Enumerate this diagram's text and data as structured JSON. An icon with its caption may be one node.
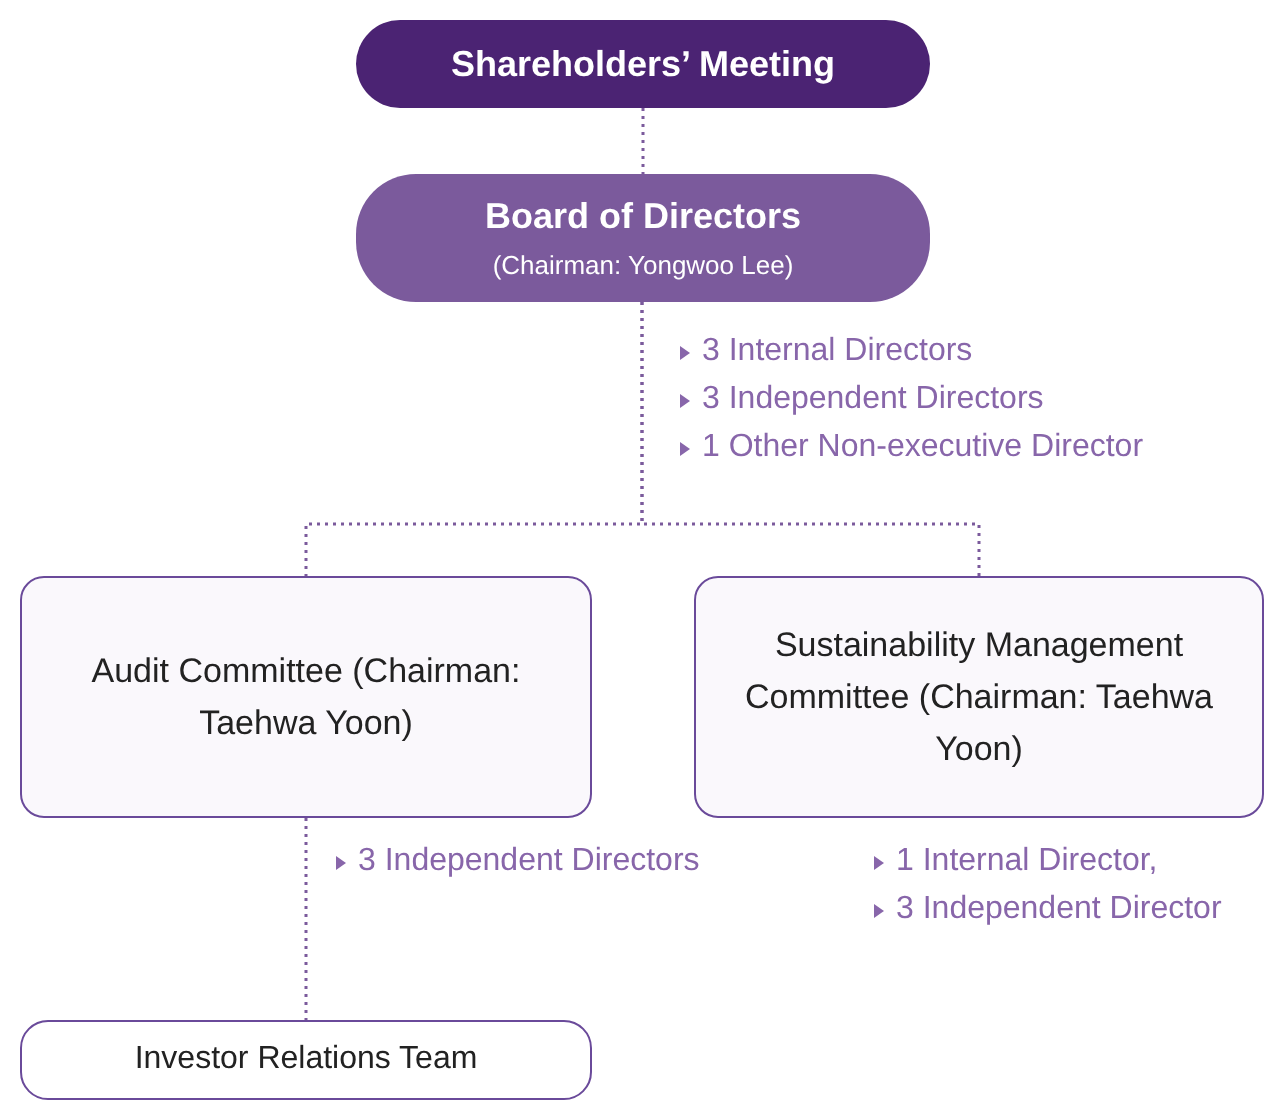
{
  "diagram": {
    "nodes": [
      {
        "text": [
          "Shareholders’ Meeting"
        ]
      },
      {
        "text": [
          "Board of Directors",
          "(Chairman: Yongwoo Lee)"
        ],
        "beside": [
          "3 Internal Directors",
          "3 Independent Directors",
          "1 Other Non-executive Director"
        ]
      },
      {
        "text": [
          "Audit Committee (Chairman: Taehwa Yoon)"
        ],
        "beside": [
          "3 Independent Directors"
        ]
      },
      {
        "text": [
          "Sustainability Management Committee (Chairman: Taehwa Yoon)"
        ],
        "beside": [
          "1 Internal Director,",
          "3 Independent Director"
        ]
      },
      {
        "text": [
          "Investor Relations Team"
        ]
      }
    ],
    "edges": [
      {
        "from": 0,
        "to": 1,
        "arrow": "none"
      },
      {
        "from": 1,
        "to": 2,
        "arrow": "none"
      },
      {
        "from": 1,
        "to": 3,
        "arrow": "none"
      },
      {
        "from": 2,
        "to": 4,
        "arrow": "none"
      }
    ]
  }
}
